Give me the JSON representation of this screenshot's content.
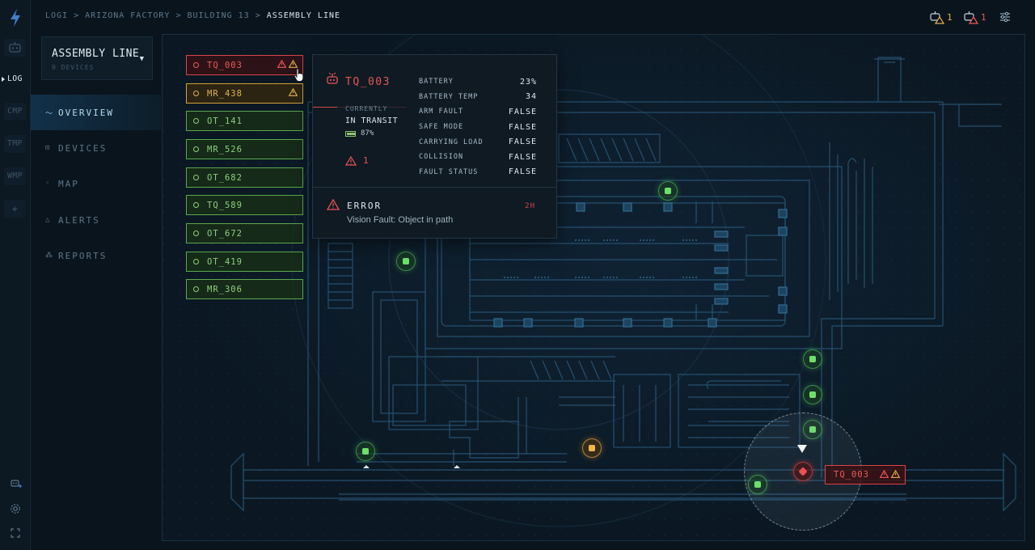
{
  "breadcrumb": [
    "LOGI",
    "ARIZONA FACTORY",
    "BUILDING 13",
    "ASSEMBLY LINE"
  ],
  "top_alerts": [
    {
      "icon": "robot-warning-icon",
      "count": "1",
      "color": "#e2b24c"
    },
    {
      "icon": "robot-error-icon",
      "count": "1",
      "color": "#ee5a5a"
    }
  ],
  "rail": {
    "apps": [
      "LOG",
      "CMP",
      "TMP",
      "WMP"
    ],
    "add": "+"
  },
  "context": {
    "title": "ASSEMBLY LINE",
    "subtitle": "9 DEVICES"
  },
  "nav": [
    {
      "label": "OVERVIEW",
      "icon": "pulse-icon",
      "active": true
    },
    {
      "label": "DEVICES",
      "icon": "robot-icon"
    },
    {
      "label": "MAP",
      "icon": "pin-icon"
    },
    {
      "label": "ALERTS",
      "icon": "triangle-icon"
    },
    {
      "label": "REPORTS",
      "icon": "report-icon"
    }
  ],
  "devices": [
    {
      "id": "TQ_003",
      "status": "error"
    },
    {
      "id": "MR_438",
      "status": "warning"
    },
    {
      "id": "OT_141",
      "status": "ok"
    },
    {
      "id": "MR_526",
      "status": "ok"
    },
    {
      "id": "OT_682",
      "status": "ok"
    },
    {
      "id": "TQ_589",
      "status": "ok"
    },
    {
      "id": "OT_672",
      "status": "ok"
    },
    {
      "id": "OT_419",
      "status": "ok"
    },
    {
      "id": "MR_306",
      "status": "ok"
    }
  ],
  "detail": {
    "device": "TQ_003",
    "currently_label": "CURRENTLY",
    "currently_value": "IN TRANSIT",
    "battery_level": "87%",
    "battery_fraction": 0.87,
    "alert_count": "1",
    "stats": [
      {
        "key": "BATTERY",
        "value": "23%"
      },
      {
        "key": "BATTERY TEMP",
        "value": "34"
      },
      {
        "key": "ARM FAULT",
        "value": "FALSE"
      },
      {
        "key": "SAFE MODE",
        "value": "FALSE"
      },
      {
        "key": "CARRYING LOAD",
        "value": "FALSE"
      },
      {
        "key": "COLLISION",
        "value": "FALSE"
      },
      {
        "key": "FAULT STATUS",
        "value": "FALSE"
      }
    ],
    "error_title": "ERROR",
    "error_time": "2H",
    "error_desc": "Vision Fault: Object in path"
  },
  "map_label": "TQ_003",
  "colors": {
    "ok": "#8fd07a",
    "warning": "#e2b24c",
    "error": "#ee5a5a",
    "accent": "#7ec4ee",
    "background": "#0a141d"
  }
}
